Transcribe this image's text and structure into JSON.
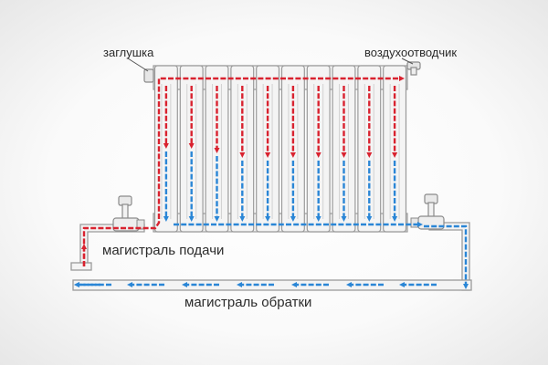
{
  "labels": {
    "plug": "заглушка",
    "air_vent": "воздухоотводчик",
    "supply_main": "магистраль подачи",
    "return_main": "магистраль обратки"
  },
  "colors": {
    "hot": "#d9222f",
    "cold": "#2a86d6",
    "outline": "#9a9a9a",
    "fill": "#f4f4f4",
    "text": "#2b2b2b"
  },
  "radiator": {
    "section_count": 10,
    "flow_direction_in_sections": "down"
  }
}
